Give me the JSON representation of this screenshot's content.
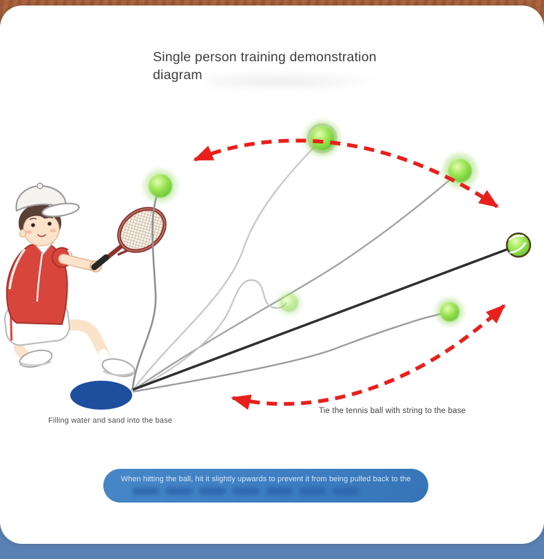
{
  "title": {
    "line1": "Single person training demonstration",
    "line2": "diagram"
  },
  "captions": {
    "base": "Filling water and sand into the base",
    "string": "Tie the tennis ball with string to the base"
  },
  "note": {
    "line1": "When hitting the ball, hit it slightly upwards to prevent it from being pulled back to the",
    "line2_blurred": true
  },
  "scene": {
    "ball_count": 6,
    "trajectory_arrows": 2,
    "base_shape": "blue ellipse weight base",
    "player": "cartoon boy in red shirt and white cap swinging red tennis racket"
  },
  "colors": {
    "band_brown": "#ad6743",
    "band_blue": "#5a81b3",
    "note_blue": "#3d7ec2",
    "arrow_red": "#e8201c",
    "ball_green": "#8ddc4e",
    "base_blue": "#1d4f9e",
    "string_gray": "#9a9a9a",
    "shirt_red": "#d8453c"
  }
}
